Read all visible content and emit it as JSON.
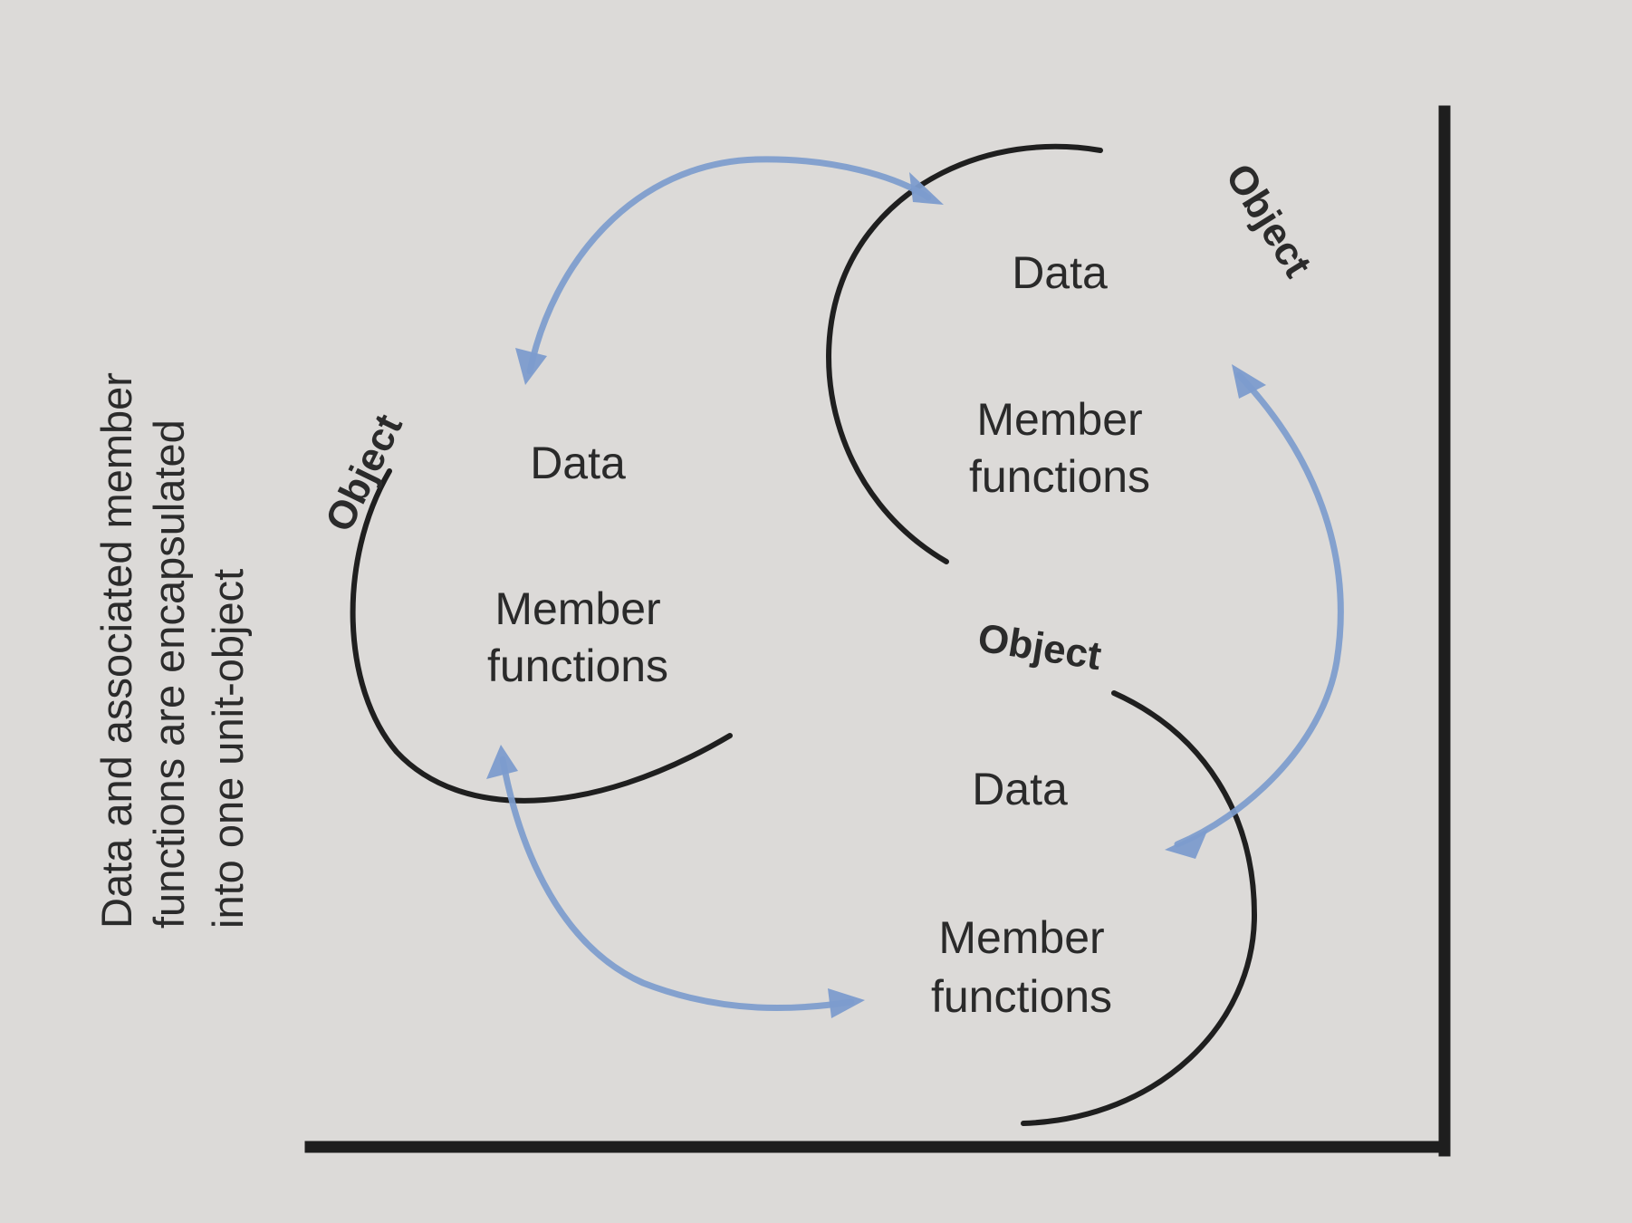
{
  "caption": {
    "line1": "Data and associated member",
    "line2": "functions are encapsulated",
    "line3": "into one unit-object"
  },
  "objects": [
    {
      "label": "Object",
      "data": "Data",
      "functions_line1": "Member",
      "functions_line2": "functions"
    },
    {
      "label": "Object",
      "data": "Data",
      "functions_line1": "Member",
      "functions_line2": "functions"
    },
    {
      "label": "Object",
      "data": "Data",
      "functions_line1": "Member",
      "functions_line2": "functions"
    }
  ],
  "colors": {
    "background": "#dcdad8",
    "arc": "#1f1f1f",
    "arrow": "#7c9ccd"
  }
}
